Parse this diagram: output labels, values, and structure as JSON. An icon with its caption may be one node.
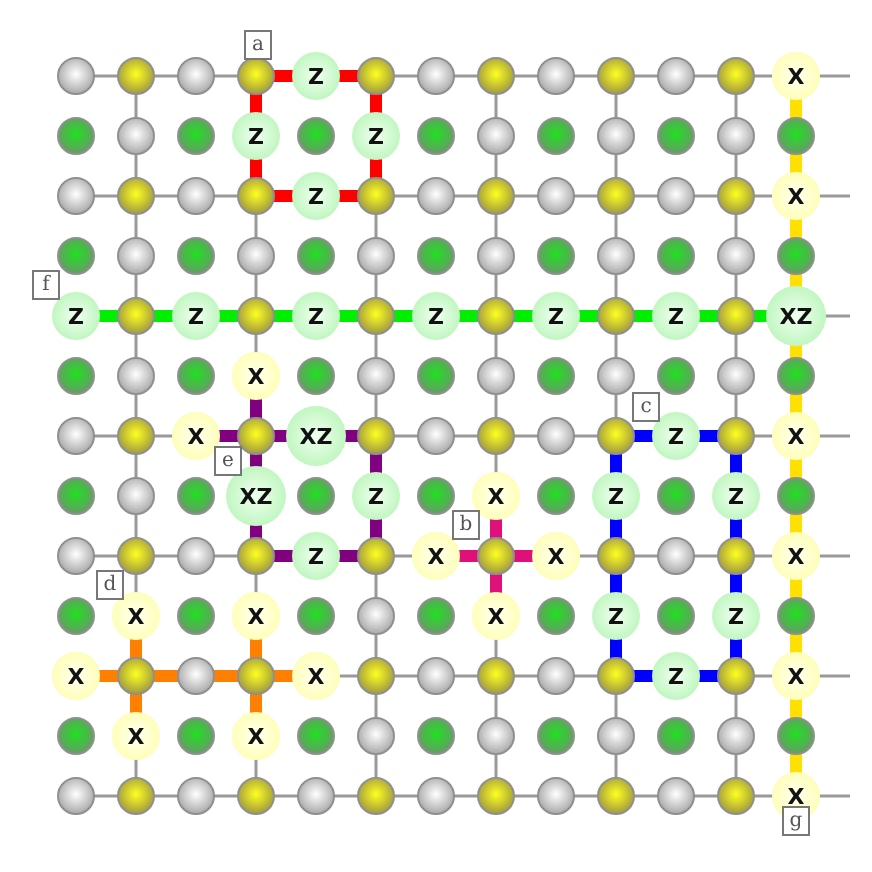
{
  "diagram": {
    "nodes": [
      {
        "text": [
          "Z"
        ]
      },
      {
        "text": [
          "X"
        ]
      },
      {
        "text": [
          "Z"
        ]
      },
      {
        "text": [
          "Z"
        ]
      },
      {
        "text": [
          "Z"
        ]
      },
      {
        "text": [
          "X"
        ]
      },
      {
        "text": [
          "Z"
        ]
      },
      {
        "text": [
          "Z"
        ]
      },
      {
        "text": [
          "Z"
        ]
      },
      {
        "text": [
          "Z"
        ]
      },
      {
        "text": [
          "Z"
        ]
      },
      {
        "text": [
          "Z"
        ]
      },
      {
        "text": [
          "XZ"
        ]
      },
      {
        "text": [
          "X"
        ]
      },
      {
        "text": [
          "X"
        ]
      },
      {
        "text": [
          "XZ"
        ]
      },
      {
        "text": [
          "Z"
        ]
      },
      {
        "text": [
          "X"
        ]
      },
      {
        "text": [
          "XZ"
        ]
      },
      {
        "text": [
          "Z"
        ]
      },
      {
        "text": [
          "X"
        ]
      },
      {
        "text": [
          "Z"
        ]
      },
      {
        "text": [
          "Z"
        ]
      },
      {
        "text": [
          "Z"
        ]
      },
      {
        "text": [
          "X"
        ]
      },
      {
        "text": [
          "X"
        ]
      },
      {
        "text": [
          "X"
        ]
      },
      {
        "text": [
          "X"
        ]
      },
      {
        "text": [
          "X"
        ]
      },
      {
        "text": [
          "X"
        ]
      },
      {
        "text": [
          "Z"
        ]
      },
      {
        "text": [
          "Z"
        ]
      },
      {
        "text": [
          "X"
        ]
      },
      {
        "text": [
          "X"
        ]
      },
      {
        "text": [
          "Z"
        ]
      },
      {
        "text": [
          "X"
        ]
      },
      {
        "text": [
          "X"
        ]
      },
      {
        "text": [
          "X"
        ]
      },
      {
        "text": [
          "X"
        ]
      }
    ],
    "labels": [
      "a",
      "f",
      "c",
      "e",
      "b",
      "d",
      "g"
    ]
  }
}
